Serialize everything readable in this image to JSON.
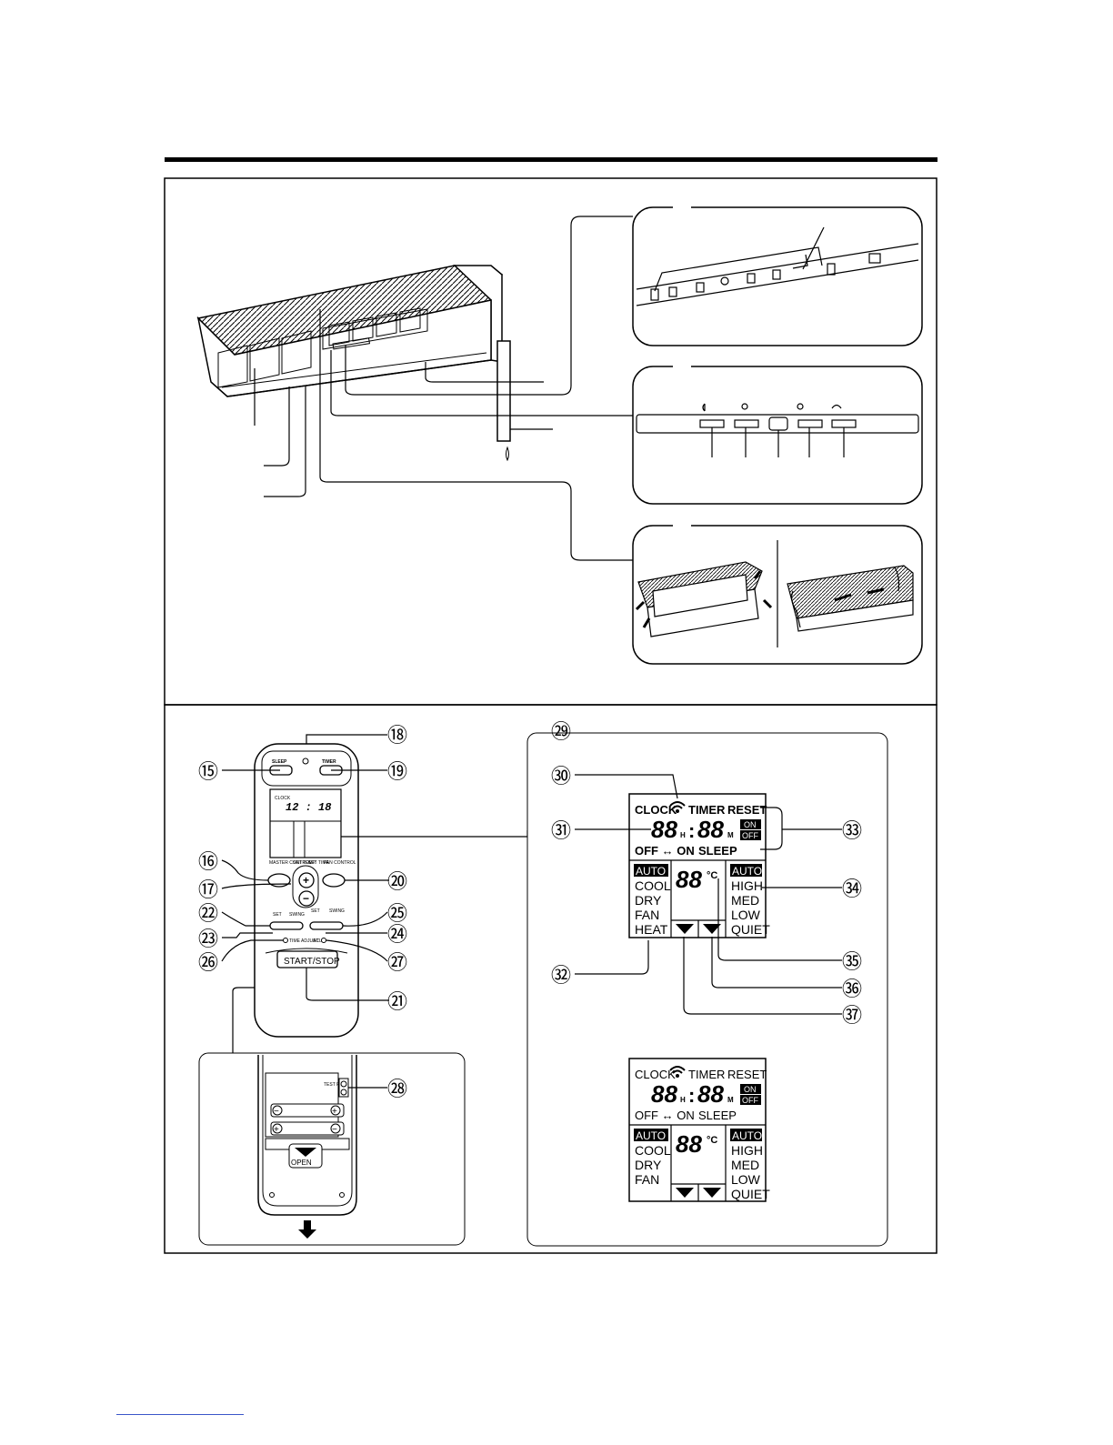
{
  "remote": {
    "buttons": {
      "sleep": "SLEEP",
      "timer": "TIMER",
      "master_control": "MASTER CONTROL",
      "set_temp": "SET TEMP.",
      "set_time": "SET TIME",
      "fan_control": "FAN CONTROL",
      "set_left": "SET",
      "swing_left": "SWING",
      "set_right": "SET",
      "swing_right": "SWING",
      "time_adjust": "TIME ADJUST",
      "acl": "ACL",
      "start_stop": "START/STOP"
    },
    "display": {
      "clock_label": "CLOCK",
      "clock_time": "12 : 18"
    },
    "battery": {
      "test_run": "TEST RUN",
      "open": "OPEN",
      "plus": "+",
      "minus": "−"
    }
  },
  "callouts": {
    "n15": "⑮",
    "n16": "⑯",
    "n17": "⑰",
    "n18": "⑱",
    "n19": "⑲",
    "n20": "⑳",
    "n21": "㉑",
    "n22": "㉒",
    "n23": "㉓",
    "n24": "㉔",
    "n25": "㉕",
    "n26": "㉖",
    "n27": "㉗",
    "n28": "㉘",
    "n29": "㉙",
    "n30": "㉚",
    "n31": "㉛",
    "n32": "㉜",
    "n33": "㉝",
    "n34": "㉞",
    "n35": "㉟",
    "n36": "㊱",
    "n37": "㊲"
  },
  "lcd": {
    "clock": "CLOCK",
    "timer": "TIMER",
    "reset": "RESET",
    "digits_hour": "88",
    "hour_unit": "H",
    "colon": ":",
    "digits_min": "88",
    "min_unit": "M",
    "on": "ON",
    "off_badge": "OFF",
    "off_arrow_on": "OFF ↔ ON",
    "sleep": "SLEEP",
    "modes": [
      "AUTO",
      "COOL",
      "DRY",
      "FAN",
      "HEAT"
    ],
    "temp": "88",
    "temp_unit": "°C",
    "fan_speeds": [
      "AUTO",
      "HIGH",
      "MED",
      "LOW",
      "QUIET"
    ]
  },
  "lcd2": {
    "clock": "CLOCK",
    "timer": "TIMER",
    "reset": "RESET",
    "digits_hour": "88",
    "hour_unit": "H",
    "colon": ":",
    "digits_min": "88",
    "min_unit": "M",
    "on": "ON",
    "off_badge": "OFF",
    "off_arrow_on": "OFF ↔ ON",
    "sleep": "SLEEP",
    "modes": [
      "AUTO",
      "COOL",
      "DRY",
      "FAN"
    ],
    "temp": "88",
    "temp_unit": "°C",
    "fan_speeds": [
      "AUTO",
      "HIGH",
      "MED",
      "LOW",
      "QUIET"
    ]
  }
}
